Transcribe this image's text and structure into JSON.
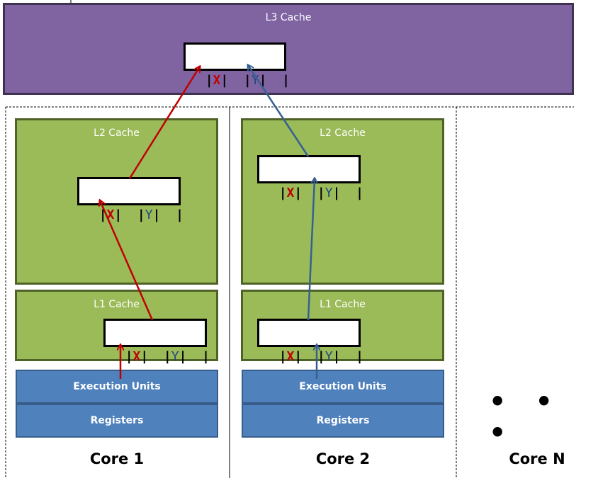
{
  "l3": {
    "label": "L3 Cache"
  },
  "cores": [
    {
      "name": "Core 1",
      "l2_label": "L2 Cache",
      "l1_label": "L1 Cache",
      "exec_label": "Execution Units",
      "reg_label": "Registers"
    },
    {
      "name": "Core 2",
      "l2_label": "L2 Cache",
      "l1_label": "L1 Cache",
      "exec_label": "Execution Units",
      "reg_label": "Registers"
    },
    {
      "name": "Core N"
    }
  ],
  "cache_line": {
    "sep": "|",
    "x": "X",
    "y": "Y"
  },
  "ellipsis": "• • •",
  "colors": {
    "x_arrow": "#c00000",
    "y_arrow": "#376092",
    "l3": "#8064a2",
    "l2": "#9bbb59",
    "unit": "#4f81bd"
  }
}
